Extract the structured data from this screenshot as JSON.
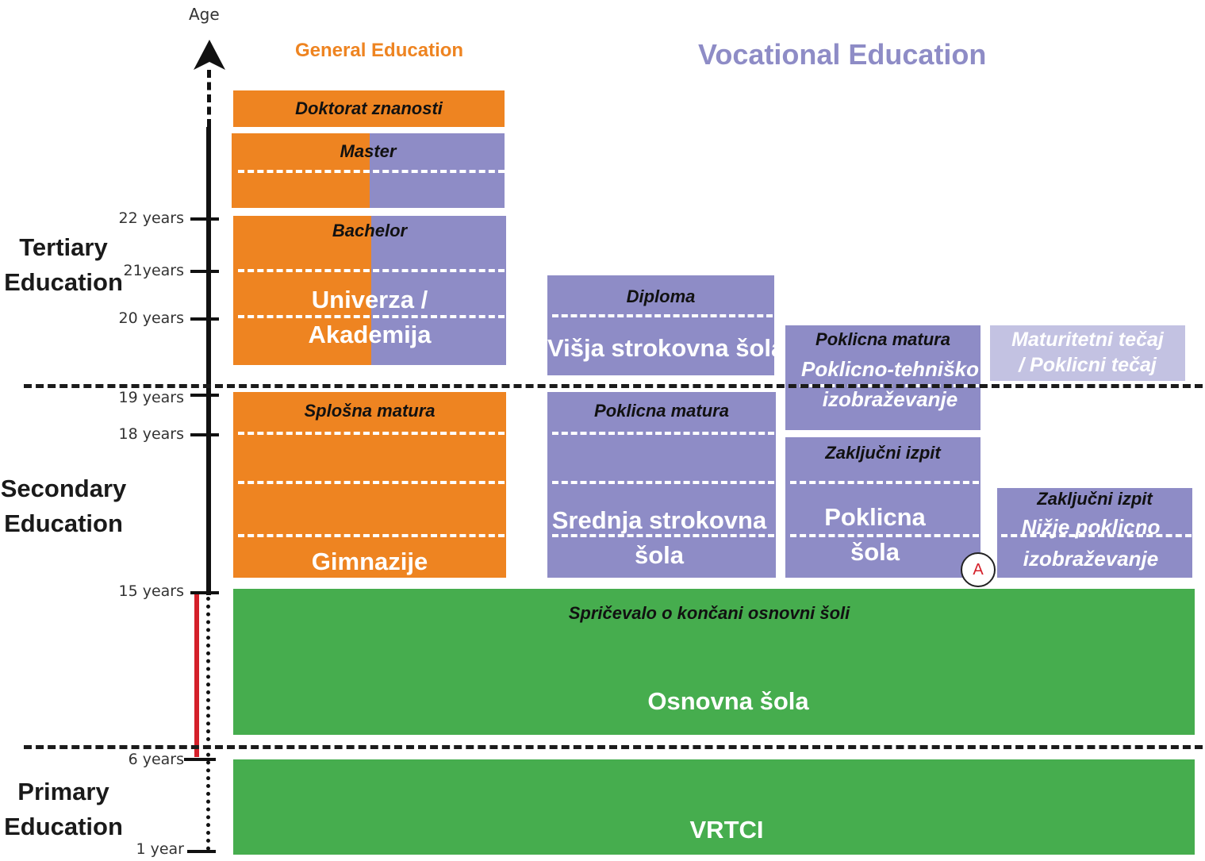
{
  "axis": {
    "label": "Age",
    "ticks": [
      "22 years",
      "21years",
      "20 years",
      "19 years",
      "18 years",
      "15 years",
      "6 years",
      "1 year"
    ]
  },
  "levels": {
    "tertiary": [
      "Tertiary",
      "Education"
    ],
    "secondary": [
      "Secondary",
      "Education"
    ],
    "primary": [
      "Primary",
      "Education"
    ]
  },
  "headers": {
    "general": "General Education",
    "vocational": "Vocational Education"
  },
  "colors": {
    "general": "#ee8421",
    "vocational": "#8e8cc6",
    "basic": "#46ad4e",
    "compulsory_marker": "#d4202a"
  },
  "blocks": {
    "doktorat": "Doktorat znanosti",
    "master": "Master",
    "bachelor": "Bachelor",
    "univerza": [
      "Univerza /",
      "Akademija"
    ],
    "diploma": "Diploma",
    "visja": "Višja strokovna šola",
    "poklicna_matura_pti": "Poklicna matura",
    "pti": [
      "Poklicno-tehniško",
      "izobraževanje"
    ],
    "maturitetni": [
      "Maturitetni tečaj",
      "/ Poklicni tečaj"
    ],
    "splosna_matura": "Splošna matura",
    "gimnazije": "Gimnazije",
    "poklicna_matura_ss": "Poklicna matura",
    "srednja": [
      "Srednja strokovna",
      "šola"
    ],
    "zakljucni_1": "Zaključni izpit",
    "poklicna_sola": [
      "Poklicna",
      "šola"
    ],
    "zakljucni_2": "Zaključni izpit",
    "nizje": [
      "Nižje poklicno",
      "izobraževanje"
    ],
    "marker_a": "A",
    "spricevalo": "Spričevalo o končani osnovni šoli",
    "osnovna": "Osnovna šola",
    "vrtci": "VRTCI"
  }
}
